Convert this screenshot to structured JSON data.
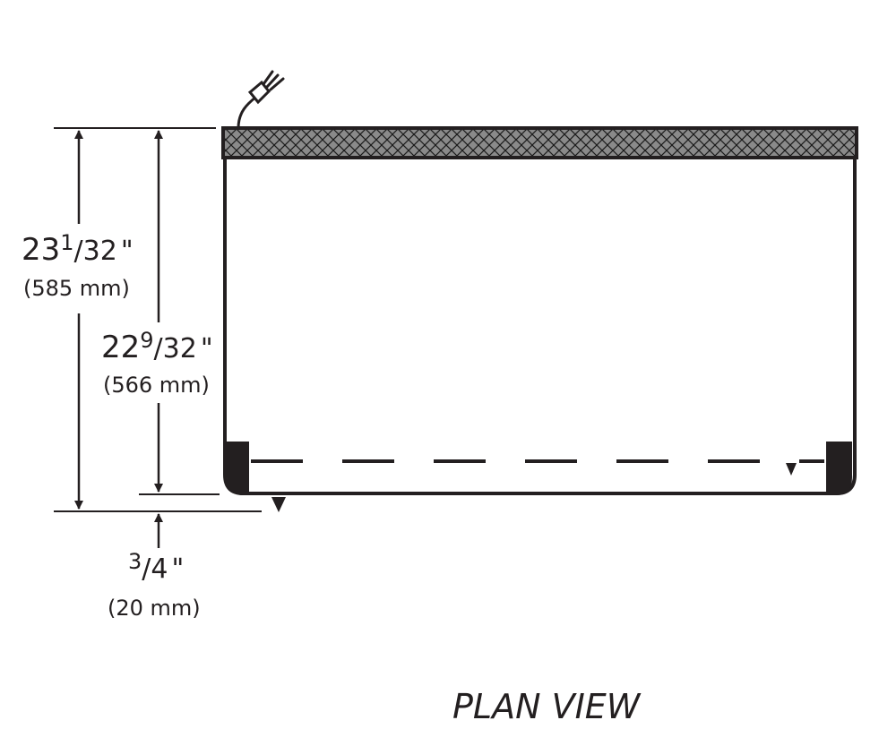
{
  "dimensions": {
    "depth_overall": {
      "whole": "23",
      "num": "1",
      "den": "32",
      "unit": "\"",
      "metric": "(585 mm)"
    },
    "depth_cabinet": {
      "whole": "22",
      "num": "9",
      "den": "32",
      "unit": "\"",
      "metric": "(566 mm)"
    },
    "door_offset": {
      "num": "3",
      "den": "4",
      "unit": "\"",
      "metric": "(20 mm)"
    }
  },
  "caption": "PLAN VIEW",
  "colors": {
    "line": "#231f20",
    "hatch_fill": "#8a8a8a"
  },
  "icons": [
    "power-plug-icon"
  ]
}
